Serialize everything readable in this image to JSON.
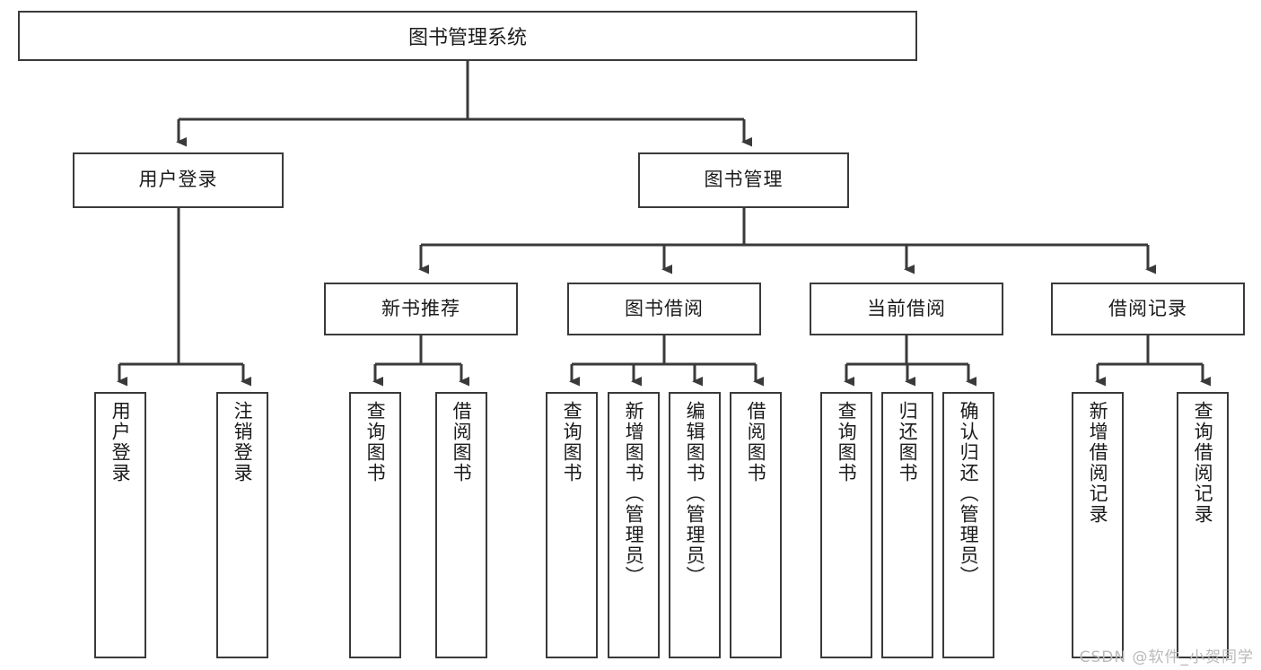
{
  "diagram": {
    "type": "tree",
    "title": "图书管理系统",
    "root": {
      "id": "root",
      "label": "图书管理系统"
    },
    "level1": [
      {
        "id": "user-login",
        "label": "用户登录"
      },
      {
        "id": "book-manage",
        "label": "图书管理"
      }
    ],
    "level2": [
      {
        "id": "new-book-rec",
        "label": "新书推荐",
        "parent": "book-manage"
      },
      {
        "id": "book-borrow",
        "label": "图书借阅",
        "parent": "book-manage"
      },
      {
        "id": "current-borrow",
        "label": "当前借阅",
        "parent": "book-manage"
      },
      {
        "id": "borrow-record",
        "label": "借阅记录",
        "parent": "book-manage"
      }
    ],
    "leaves": [
      {
        "id": "leaf-user-login",
        "label": "用户登录",
        "parent": "user-login"
      },
      {
        "id": "leaf-logout",
        "label": "注销登录",
        "parent": "user-login"
      },
      {
        "id": "leaf-query-book-1",
        "label": "查询图书",
        "parent": "new-book-rec"
      },
      {
        "id": "leaf-borrow-book-1",
        "label": "借阅图书",
        "parent": "new-book-rec"
      },
      {
        "id": "leaf-query-book-2",
        "label": "查询图书",
        "parent": "book-borrow"
      },
      {
        "id": "leaf-add-book",
        "label": "新增图书（管理员）",
        "parent": "book-borrow"
      },
      {
        "id": "leaf-edit-book",
        "label": "编辑图书（管理员）",
        "parent": "book-borrow"
      },
      {
        "id": "leaf-borrow-book-2",
        "label": "借阅图书",
        "parent": "book-borrow"
      },
      {
        "id": "leaf-query-book-3",
        "label": "查询图书",
        "parent": "current-borrow"
      },
      {
        "id": "leaf-return-book",
        "label": "归还图书",
        "parent": "current-borrow"
      },
      {
        "id": "leaf-confirm-return",
        "label": "确认归还（管理员）",
        "parent": "current-borrow"
      },
      {
        "id": "leaf-add-record",
        "label": "新增借阅记录",
        "parent": "borrow-record"
      },
      {
        "id": "leaf-query-record",
        "label": "查询借阅记录",
        "parent": "borrow-record"
      }
    ]
  },
  "watermark": {
    "text": "CSDN @软件_小贺同学"
  },
  "colors": {
    "border": "#3a3a3a",
    "text": "#1b1b1b",
    "background": "#ffffff",
    "watermark": "#b9b9b9"
  }
}
